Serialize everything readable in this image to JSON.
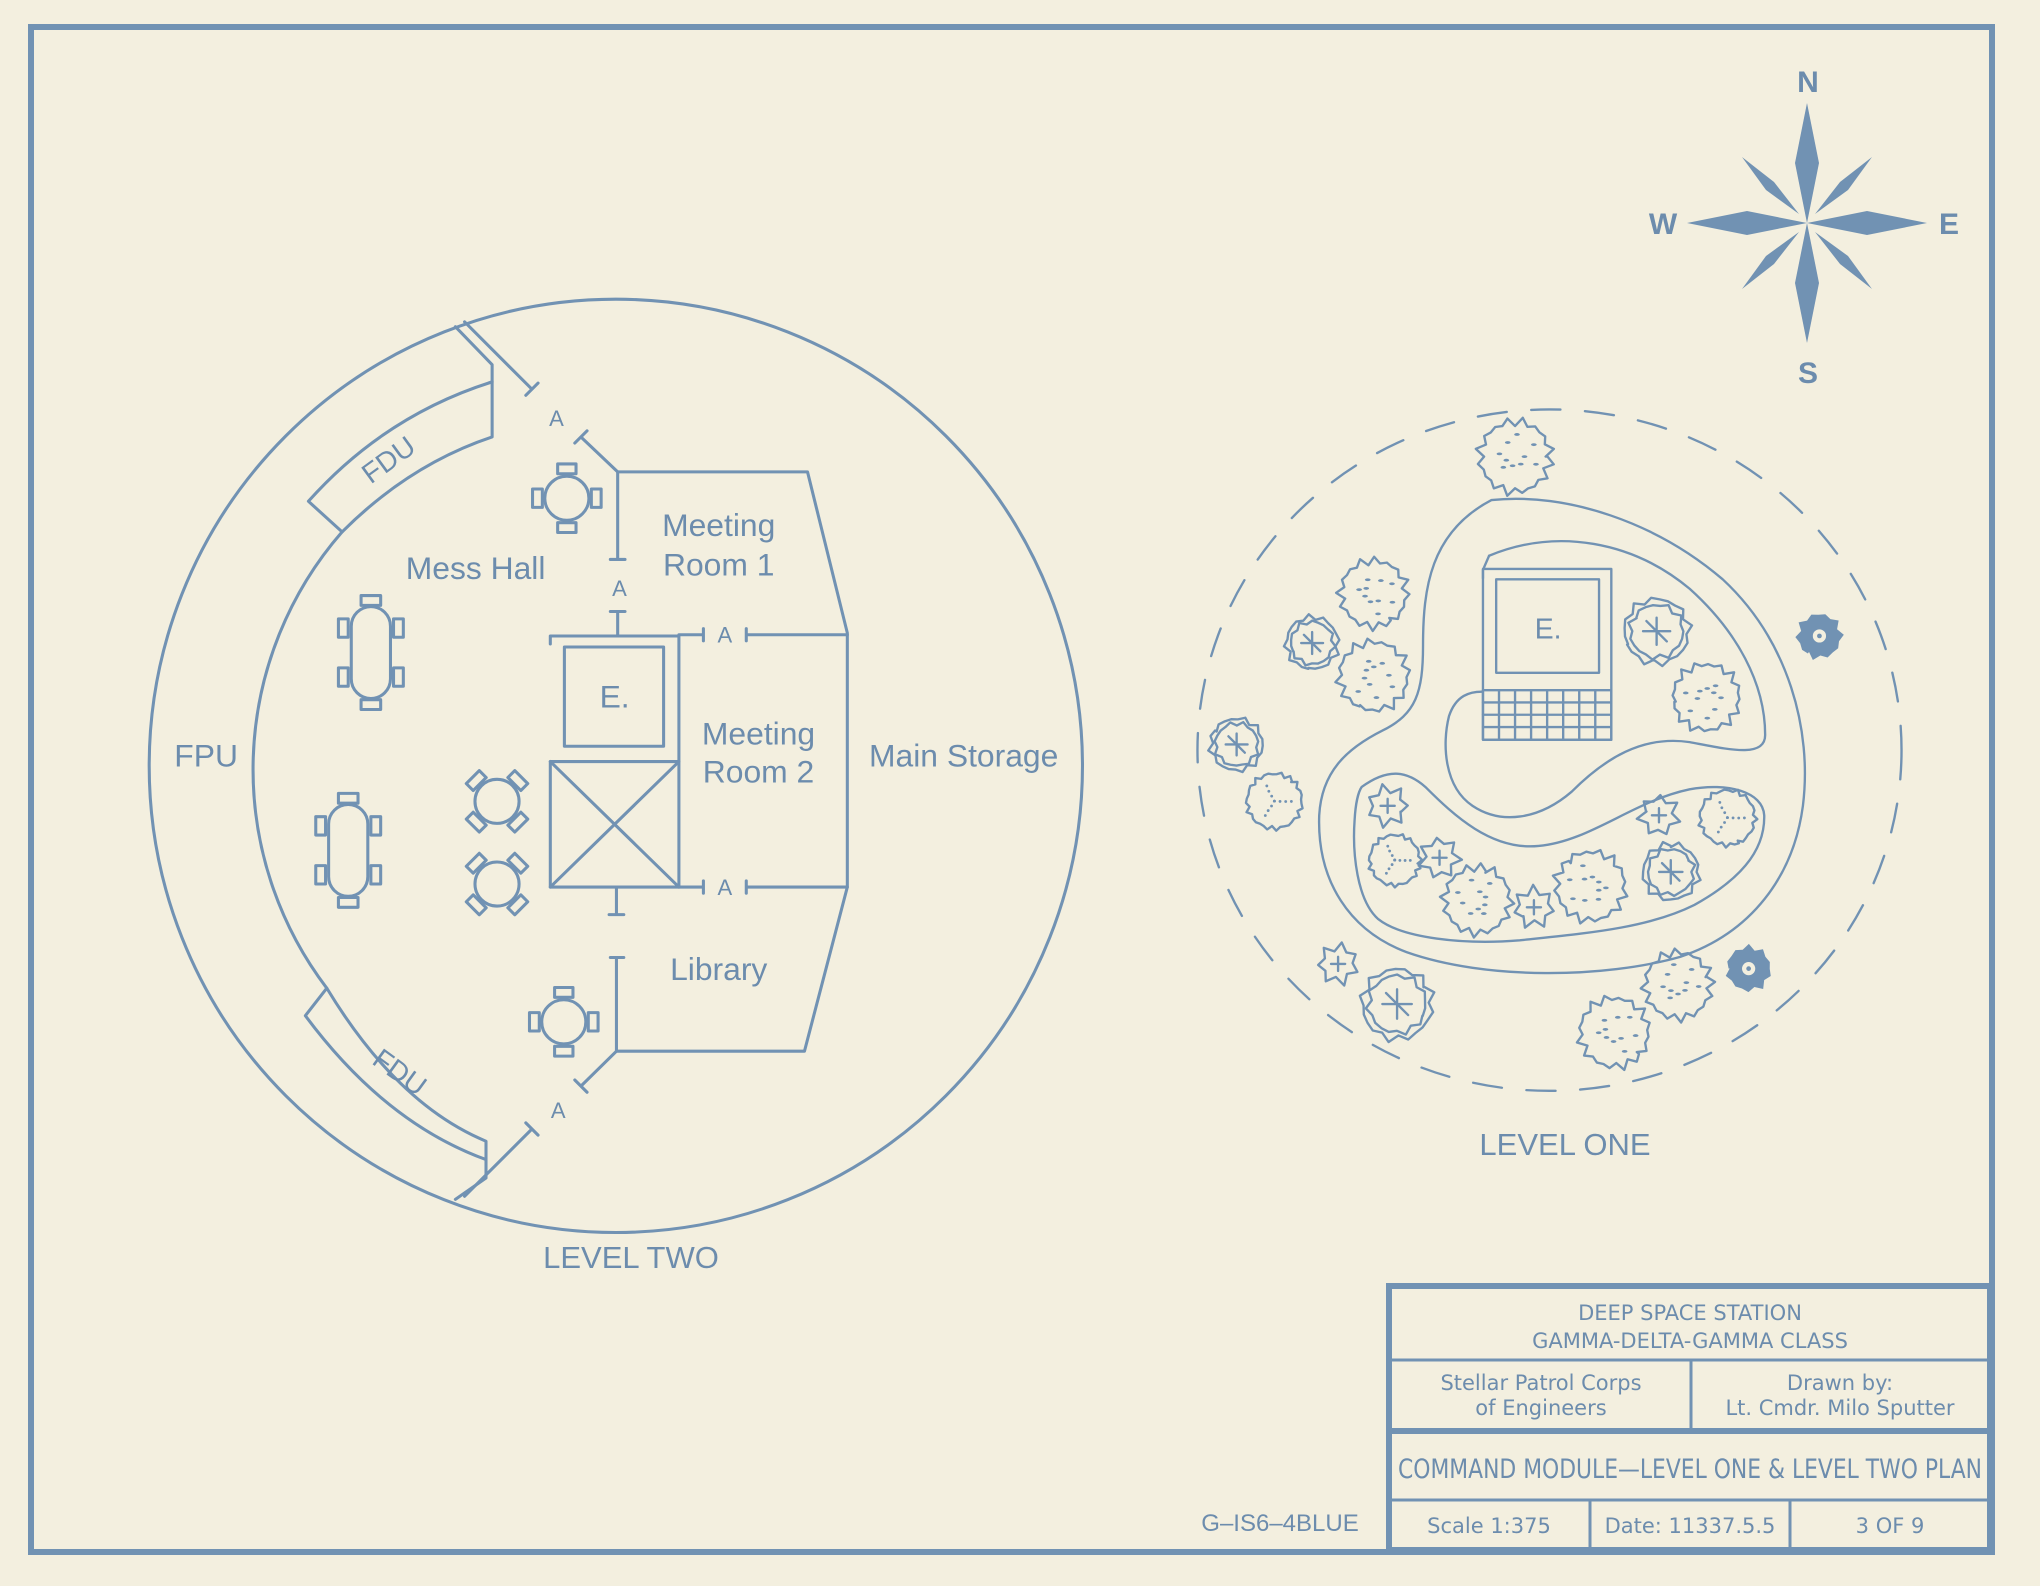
{
  "level_two": {
    "title": "LEVEL TWO",
    "rooms": {
      "fpu": "FPU",
      "fdu_top": "FDU",
      "fdu_bottom": "FDU",
      "mess_hall": "Mess Hall",
      "meeting_room_1": [
        "Meeting",
        "Room 1"
      ],
      "meeting_room_2": [
        "Meeting",
        "Room 2"
      ],
      "main_storage": "Main Storage",
      "library": "Library",
      "elevator": "E."
    },
    "access_marker": "A"
  },
  "level_one": {
    "title": "LEVEL ONE",
    "elevator": "E."
  },
  "compass": {
    "n": "N",
    "s": "S",
    "e": "E",
    "w": "W"
  },
  "drawing_code": "G–IS6–4BLUE",
  "title_block": {
    "station": "DEEP SPACE STATION",
    "class": "GAMMA-DELTA-GAMMA CLASS",
    "org_line1": "Stellar Patrol Corps",
    "org_line2": "of Engineers",
    "drawn_by_label": "Drawn by:",
    "drawn_by": "Lt. Cmdr. Milo Sputter",
    "plan_title": "COMMAND MODULE—LEVEL ONE & LEVEL TWO PLAN",
    "scale": "Scale 1:375",
    "date": "Date: 11337.5.5",
    "sheet": "3 OF 9"
  },
  "colors": {
    "paper": "#f3efdf",
    "ink": "#7192b3"
  }
}
